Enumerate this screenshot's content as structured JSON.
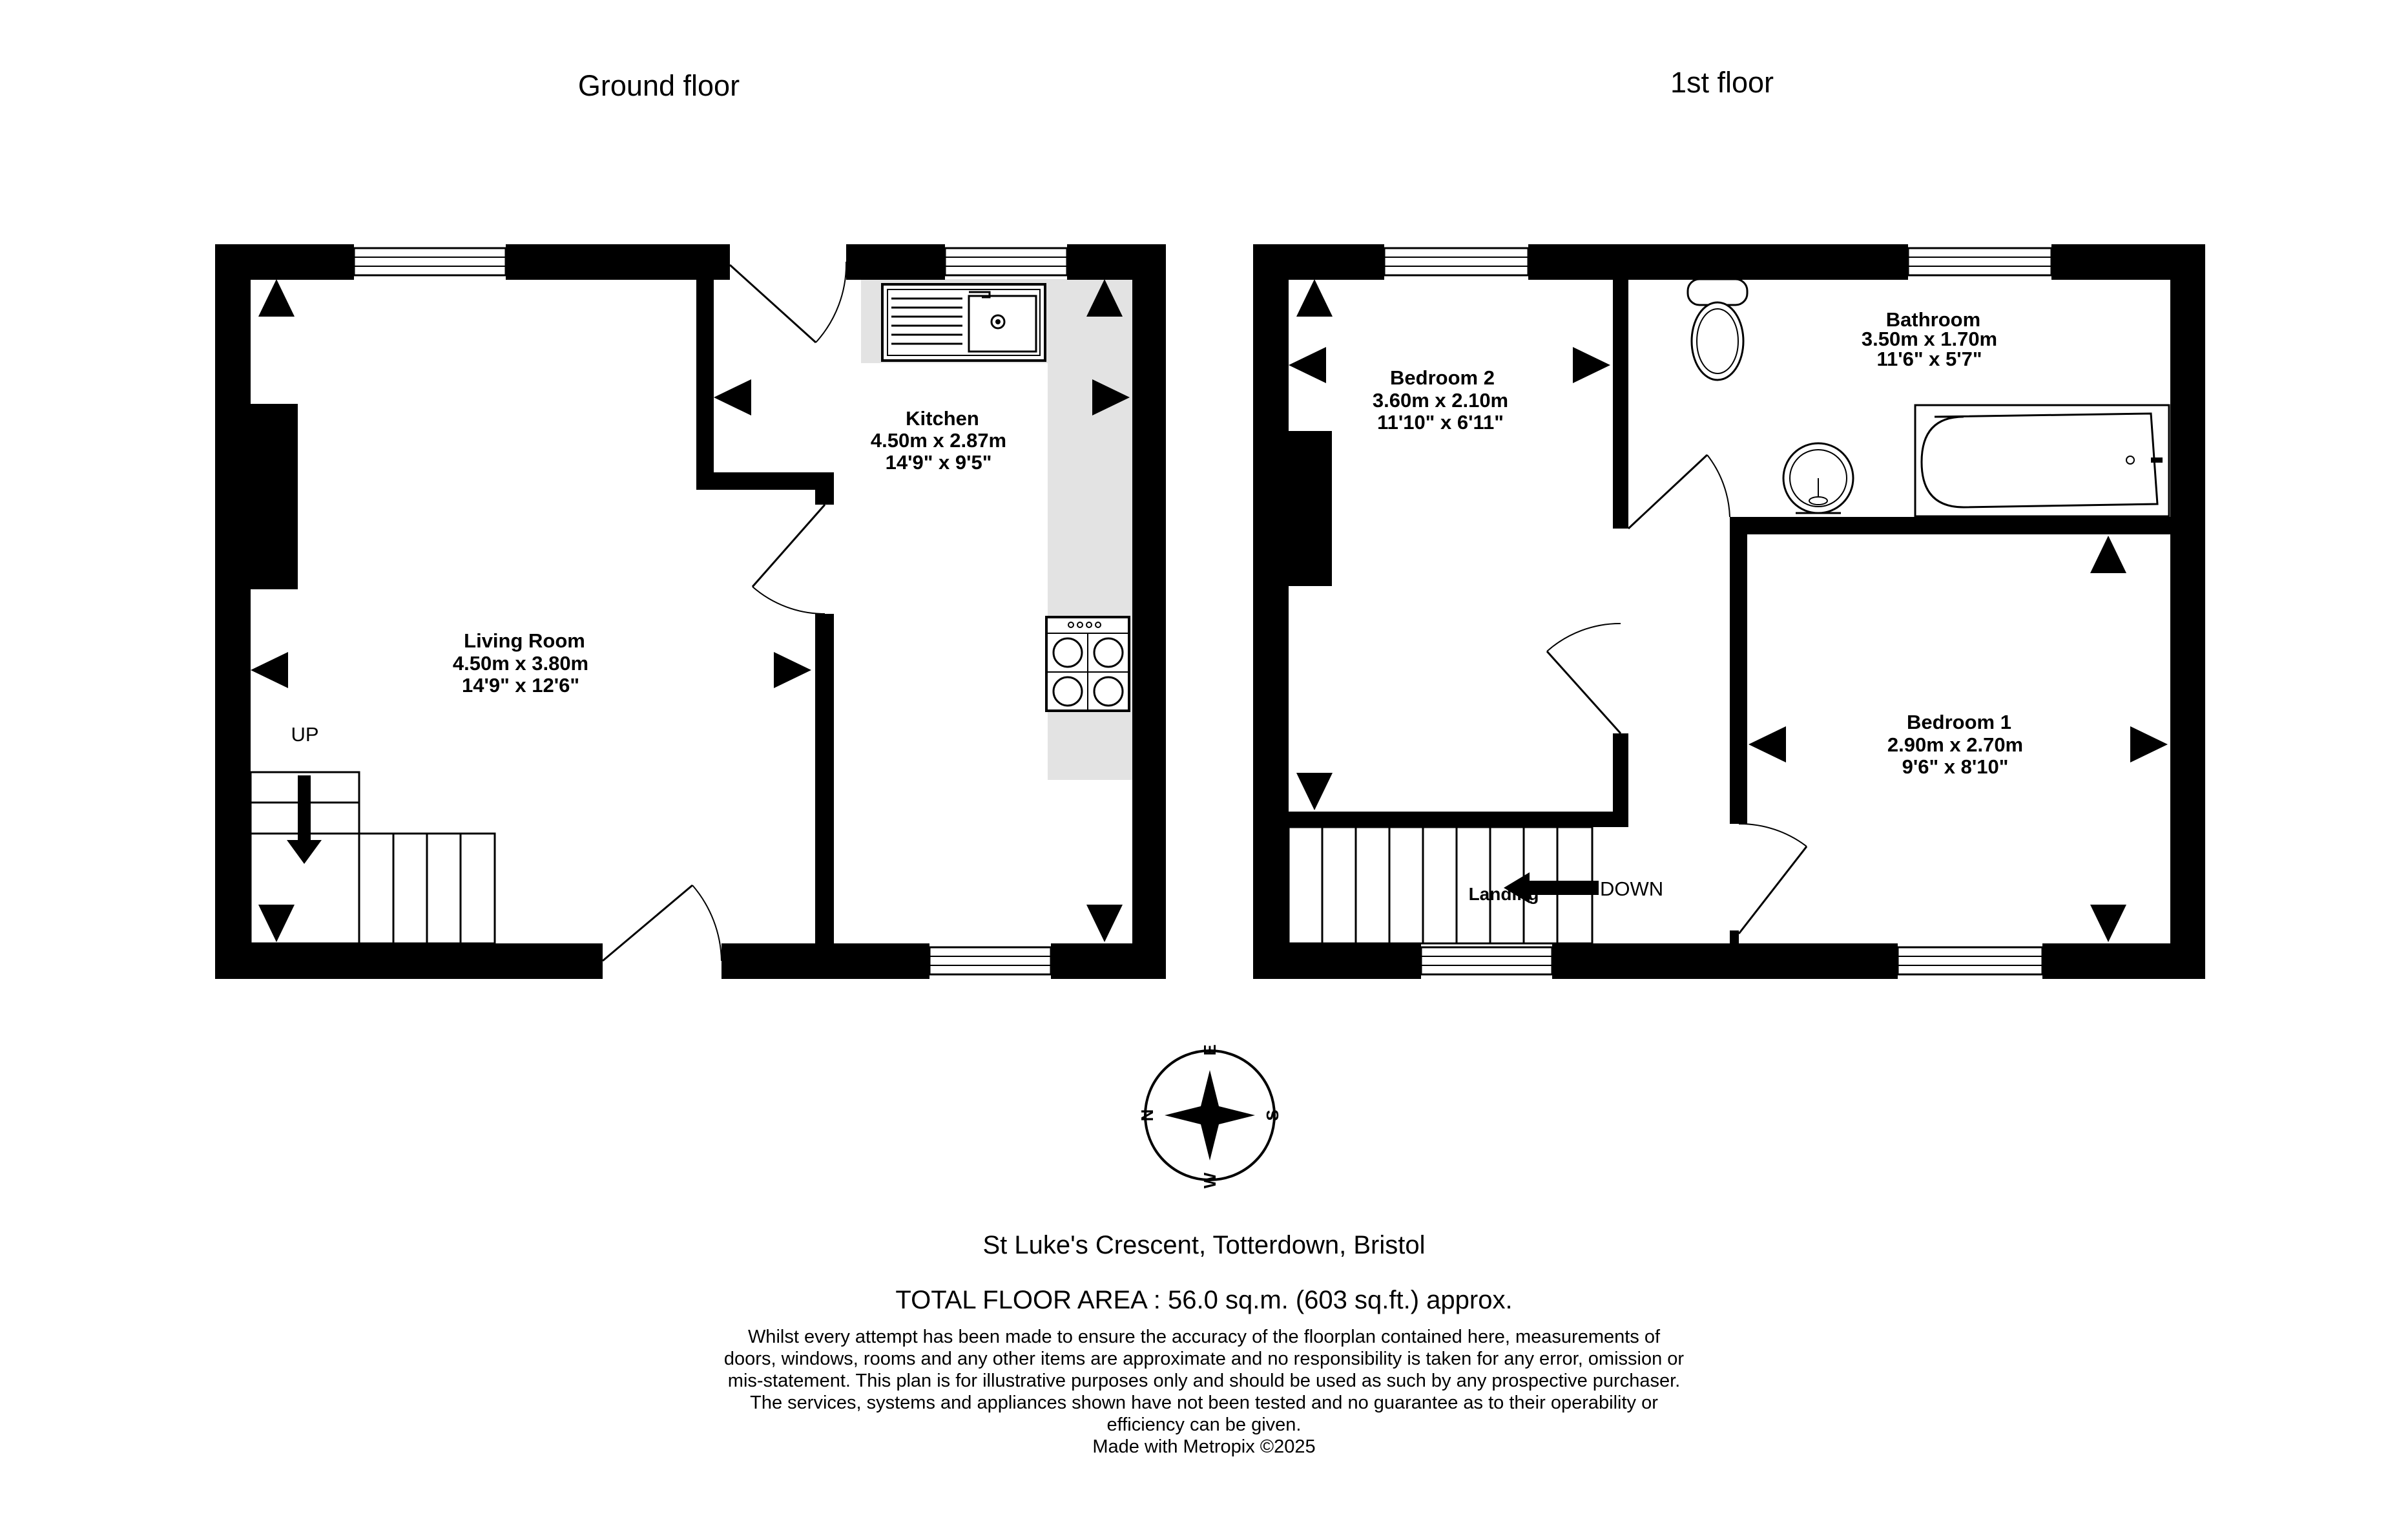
{
  "floors": [
    {
      "title": "Ground floor"
    },
    {
      "title": "1st floor"
    }
  ],
  "rooms": {
    "living_room": {
      "name": "Living Room",
      "metric": "4.50m  x 3.80m",
      "imperial": "14'9\"  x 12'6\""
    },
    "kitchen": {
      "name": "Kitchen",
      "metric": "4.50m  x 2.87m",
      "imperial": "14'9\"  x 9'5\""
    },
    "bedroom_2": {
      "name": "Bedroom 2",
      "metric": "3.60m  x 2.10m",
      "imperial": "11'10\"  x 6'11\""
    },
    "bathroom": {
      "name": "Bathroom",
      "metric": "3.50m  x 1.70m",
      "imperial": "11'6\"  x 5'7\""
    },
    "bedroom_1": {
      "name": "Bedroom 1",
      "metric": "2.90m  x 2.70m",
      "imperial": "9'6\"  x 8'10\""
    },
    "landing": {
      "name": "Landing"
    }
  },
  "stairs": {
    "up_label": "UP",
    "down_label": "DOWN"
  },
  "compass": {
    "n": "N",
    "e": "E",
    "s": "S",
    "w": "W"
  },
  "footer": {
    "address": "St Luke's Crescent, Totterdown, Bristol",
    "total_area": "TOTAL FLOOR AREA : 56.0 sq.m. (603 sq.ft.) approx.",
    "disclaimer": "Whilst every attempt has been made to ensure the accuracy of the floorplan contained here, measurements of doors, windows, rooms and any other items are approximate and no responsibility is taken for any error, omission or mis-statement. This plan is for illustrative purposes only and should be used as such by any prospective purchaser. The services, systems and appliances shown have not been tested and no guarantee as to their operability or efficiency can be given.",
    "credit": "Made with Metropix ©2025"
  },
  "colors": {
    "wall": "#000000",
    "kitchen_worktop": "#e3e3e3",
    "background": "#ffffff"
  }
}
